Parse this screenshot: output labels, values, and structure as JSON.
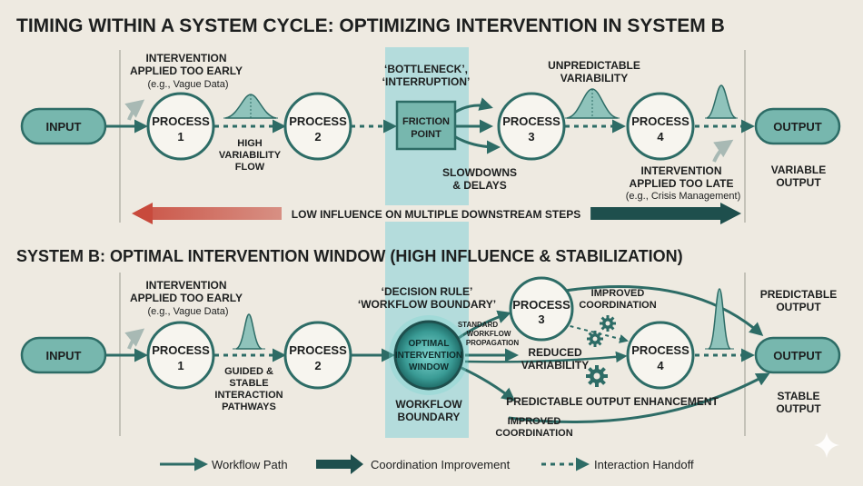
{
  "title": "TIMING WITHIN A SYSTEM CYCLE: OPTIMIZING INTERVENTION IN SYSTEM B",
  "colors": {
    "background": "#eeeae1",
    "teal_fill": "#77b7ae",
    "teal_stroke": "#2d6c66",
    "dark_teal": "#1e4f4d",
    "highlight_band": "#a9d9db",
    "red_arrow": "#c84a3c",
    "text": "#1d1f1f"
  },
  "top": {
    "input_label": "INPUT",
    "process1": [
      "PROCESS",
      "1"
    ],
    "process2": [
      "PROCESS",
      "2"
    ],
    "process3": [
      "PROCESS",
      "3"
    ],
    "process4": [
      "PROCESS",
      "4"
    ],
    "friction_point": [
      "FRICTION",
      "POINT"
    ],
    "output_label": "OUTPUT",
    "early_intervention": [
      "INTERVENTION",
      "APPLIED TOO EARLY"
    ],
    "early_example": "(e.g., Vague Data)",
    "high_variability": [
      "HIGH",
      "VARIABILITY",
      "FLOW"
    ],
    "bottleneck": [
      "‘BOTTLENECK’,",
      "‘INTERRUPTION’"
    ],
    "unpredictable": [
      "UNPREDICTABLE",
      "VARIABILITY"
    ],
    "slowdowns": [
      "SLOWDOWNS",
      "& DELAYS"
    ],
    "late_intervention": [
      "INTERVENTION",
      "APPLIED TOO LATE"
    ],
    "late_example": "(e.g., Crisis Management)",
    "variable_output": [
      "VARIABLE",
      "OUTPUT"
    ],
    "influence_banner": "LOW INFLUENCE ON MULTIPLE DOWNSTREAM STEPS"
  },
  "bottom": {
    "heading": "SYSTEM B: OPTIMAL INTERVENTION WINDOW (HIGH INFLUENCE & STABILIZATION)",
    "input_label": "INPUT",
    "process1": [
      "PROCESS",
      "1"
    ],
    "process2": [
      "PROCESS",
      "2"
    ],
    "process3": [
      "PROCESS",
      "3"
    ],
    "process4": [
      "PROCESS",
      "4"
    ],
    "optimal_window": [
      "OPTIMAL",
      "INTERVENTION",
      "WINDOW"
    ],
    "output_label": "OUTPUT",
    "early_intervention": [
      "INTERVENTION",
      "APPLIED TOO EARLY"
    ],
    "early_example": "(e.g., Vague Data)",
    "guided": [
      "GUIDED &",
      "STABLE",
      "INTERACTION",
      "PATHWAYS"
    ],
    "decision_rule": [
      "‘DECISION RULE’",
      "‘WORKFLOW BOUNDARY’"
    ],
    "standard_propagation": [
      "STANDARD",
      "WORKFLOW",
      "PROPAGATION"
    ],
    "improved_coordination_top": [
      "IMPROVED",
      "COORDINATION"
    ],
    "reduced_variability": [
      "REDUCED",
      "VARIABILITY"
    ],
    "predictable_enhancement": "PREDICTABLE OUTPUT ENHANCEMENT",
    "improved_coordination_bottom": [
      "IMPROVED",
      "COORDINATION"
    ],
    "workflow_boundary": [
      "WORKFLOW",
      "BOUNDARY"
    ],
    "predictable_output": [
      "PREDICTABLE",
      "OUTPUT"
    ],
    "stable_output": [
      "STABLE",
      "OUTPUT"
    ]
  },
  "legend": {
    "workflow_path": "Workflow Path",
    "coordination_improvement": "Coordination Improvement",
    "interaction_handoff": "Interaction Handoff"
  }
}
